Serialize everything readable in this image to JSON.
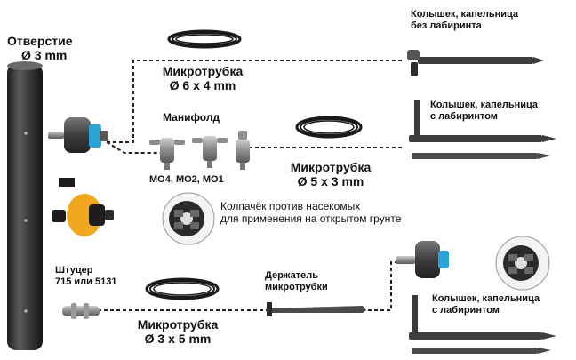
{
  "hole": {
    "title": "Отверстие",
    "size": "Ø 3 mm"
  },
  "microtube_top": {
    "name": "Микротрубка",
    "size": "Ø 6 x 4 mm"
  },
  "manifold": {
    "title": "Манифолд",
    "models": "MO4, MO2, MO1"
  },
  "microtube_mid": {
    "name": "Микротрубка",
    "size": "Ø 5 x 3 mm"
  },
  "insect_cap": {
    "line1": "Колпачёк против насекомых",
    "line2": "для применения на открытом грунте"
  },
  "fitting": {
    "line1": "Штуцер",
    "line2": "715 или 5131"
  },
  "microtube_bottom": {
    "name": "Микротрубка",
    "size": "Ø 3 x 5 mm"
  },
  "holder": {
    "line1": "Держатель",
    "line2": "микротрубки"
  },
  "stake_no_lab": {
    "line1": "Колышек, капельница",
    "line2": "без лабиринта"
  },
  "stake_lab_top": {
    "line1": "Колышек, капельница",
    "line2": "с лабиринтом"
  },
  "stake_lab_bottom": {
    "line1": "Колышек, капельница",
    "line2": "с лабиринтом"
  },
  "colors": {
    "pipe": "#3a3a3a",
    "dripper_body": "#555555",
    "dripper_accent": "#2aa3d8",
    "orange": "#f2a81d",
    "dotted": "#222222"
  }
}
